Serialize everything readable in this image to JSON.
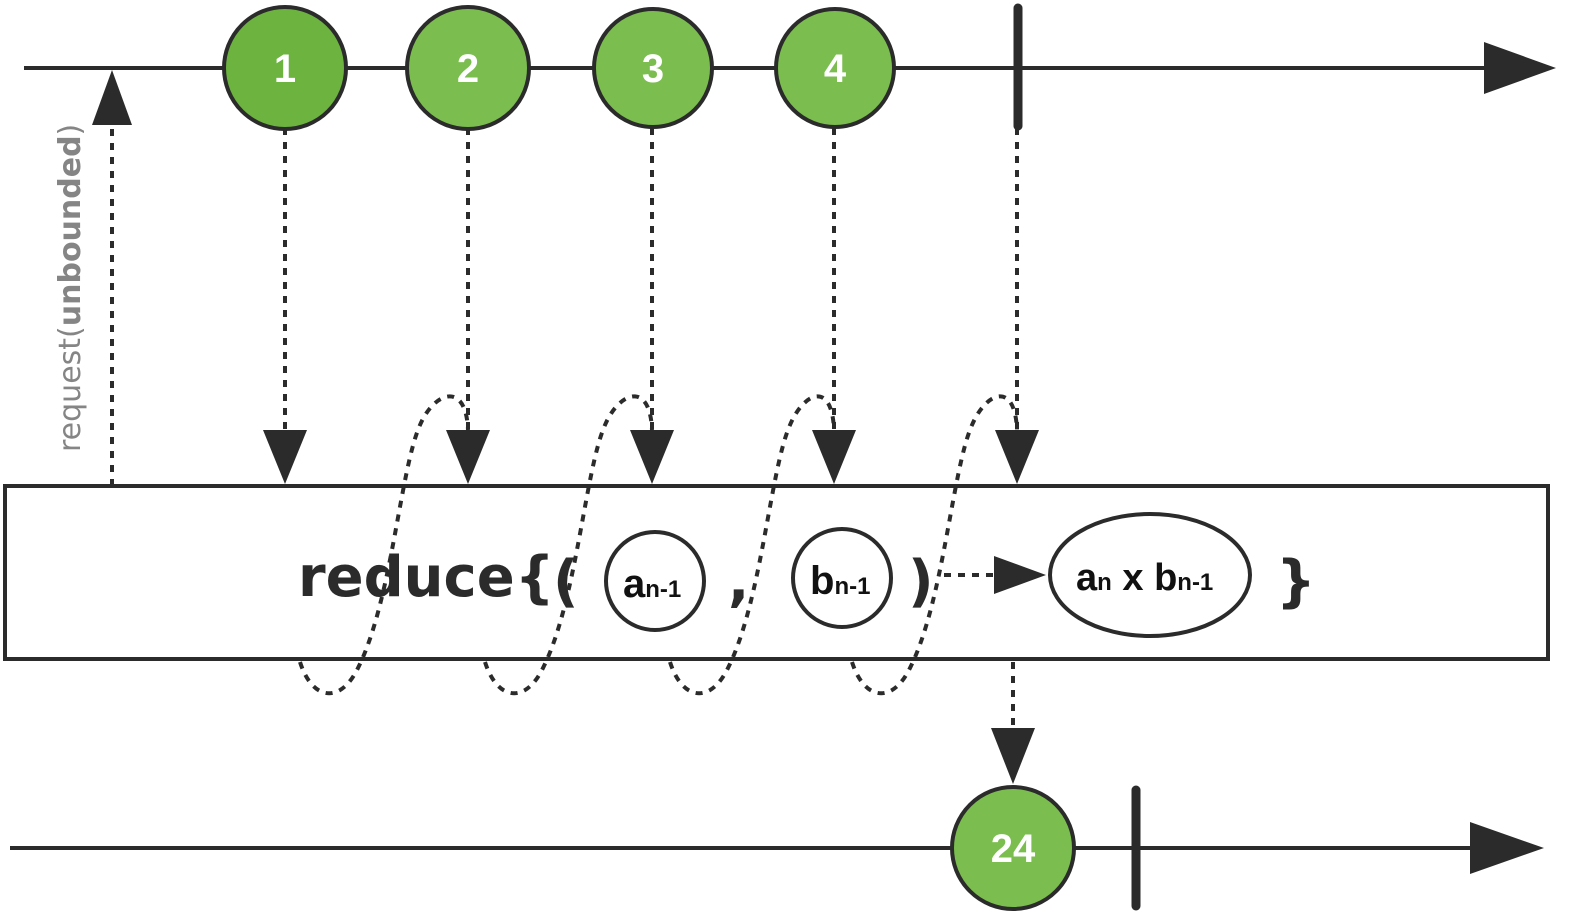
{
  "input_stream": {
    "items": [
      {
        "label": "1"
      },
      {
        "label": "2"
      },
      {
        "label": "3"
      },
      {
        "label": "4"
      }
    ]
  },
  "request": {
    "prefix": "request(",
    "arg": "unbounded",
    "suffix": ")"
  },
  "operator": {
    "name": "reduce{",
    "open_paren": "(",
    "arg_a": "a",
    "arg_a_sub": "n-1",
    "comma": ",",
    "arg_b": "b",
    "arg_b_sub": "n-1",
    "close_paren": ")",
    "result_a": "a",
    "result_a_sub": "n",
    "result_op": " x ",
    "result_b": "b",
    "result_b_sub": "n-1",
    "close_brace": "}"
  },
  "output_stream": {
    "items": [
      {
        "label": "24"
      }
    ]
  },
  "colors": {
    "marble_fill": "#7bbd4e",
    "line": "#2b2b2b",
    "request_text": "#858585"
  }
}
